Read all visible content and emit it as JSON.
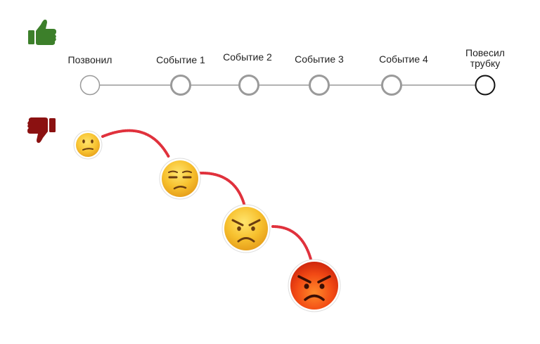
{
  "timeline": {
    "steps": [
      {
        "label": "Позвонил",
        "state": "open"
      },
      {
        "label": "Событие 1",
        "state": "open"
      },
      {
        "label": "Событие 2",
        "state": "open"
      },
      {
        "label": "Событие 3",
        "state": "open"
      },
      {
        "label": "Событие 4",
        "state": "open"
      },
      {
        "label": "Повесил\nтрубку",
        "state": "closed"
      }
    ],
    "line_color": "#999999",
    "node_stroke": "#9a9a9a",
    "end_node_stroke": "#111111"
  },
  "icons": {
    "good": {
      "name": "thumbs-up-icon",
      "color": "#3c7f2a"
    },
    "bad": {
      "name": "thumbs-down-icon",
      "color": "#8b1111"
    }
  },
  "mood_chain": {
    "faces": [
      "confused-face",
      "unamused-face",
      "angry-face",
      "pouting-face"
    ],
    "connector_color": "#e0313c"
  }
}
